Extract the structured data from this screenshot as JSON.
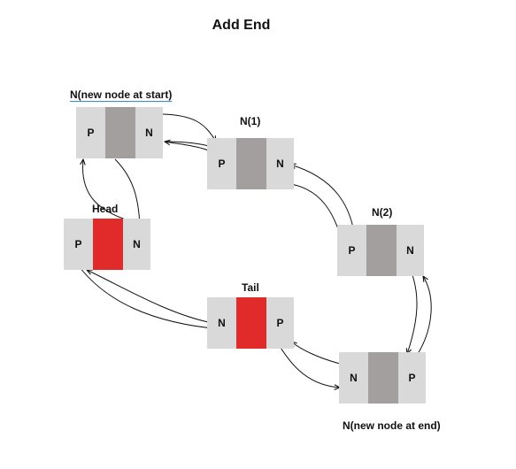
{
  "title": "Add End",
  "nodes": {
    "new_start": {
      "label": "N(new node at start)",
      "left": "P",
      "right": "N"
    },
    "n1": {
      "label": "N(1)",
      "left": "P",
      "right": "N"
    },
    "head": {
      "label": "Head",
      "left": "P",
      "right": "N"
    },
    "n2": {
      "label": "N(2)",
      "left": "P",
      "right": "N"
    },
    "tail": {
      "label": "Tail",
      "left": "N",
      "right": "P"
    },
    "new_end": {
      "label": "N(new node at end)",
      "left": "N",
      "right": "P"
    }
  },
  "colors": {
    "pointer_cell": "#d9d9d9",
    "data_cell": "#a39f9f",
    "highlight_cell": "#e12b2b",
    "arrow": "#111111",
    "label_underline": "#2f8fd8"
  }
}
